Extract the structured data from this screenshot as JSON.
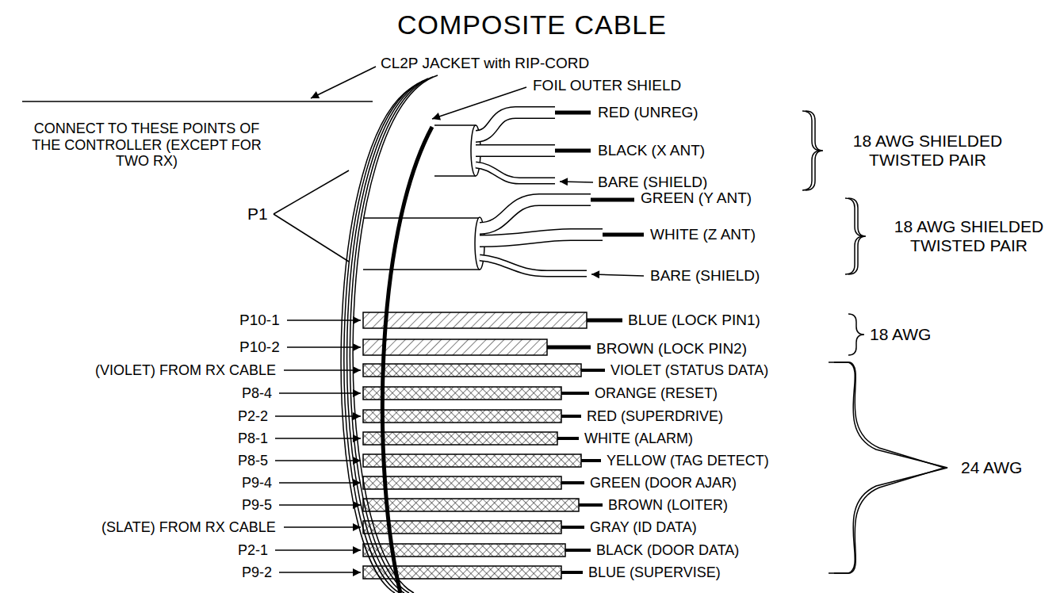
{
  "diagram": {
    "title": "COMPOSITE CABLE",
    "labels": [
      "CL2P JACKET with RIP-CORD",
      "FOIL OUTER SHIELD",
      "CONNECT TO THESE POINTS OF THE CONTROLLER (EXCEPT FOR TWO RX)",
      "P1",
      "RED (UNREG)",
      "BLACK (X ANT)",
      "BARE (SHIELD)",
      "18 AWG SHIELDED TWISTED PAIR",
      "GREEN (Y ANT)",
      "WHITE (Z ANT)",
      "BARE (SHIELD)",
      "18 AWG SHIELDED TWISTED PAIR",
      "P10-1",
      "BLUE (LOCK PIN1)",
      "P10-2",
      "BROWN (LOCK PIN2)",
      "18 AWG",
      "(VIOLET) FROM RX CABLE",
      "VIOLET (STATUS DATA)",
      "P8-4",
      "ORANGE (RESET)",
      "P2-2",
      "RED (SUPERDRIVE)",
      "P8-1",
      "WHITE (ALARM)",
      "P8-5",
      "YELLOW (TAG DETECT)",
      "P9-4",
      "GREEN (DOOR AJAR)",
      "P9-5",
      "BROWN (LOITER)",
      "(SLATE) FROM RX CABLE",
      "GRAY (ID DATA)",
      "P2-1",
      "BLACK (DOOR DATA)",
      "P9-2",
      "BLUE (SUPERVISE)",
      "24 AWG"
    ]
  }
}
